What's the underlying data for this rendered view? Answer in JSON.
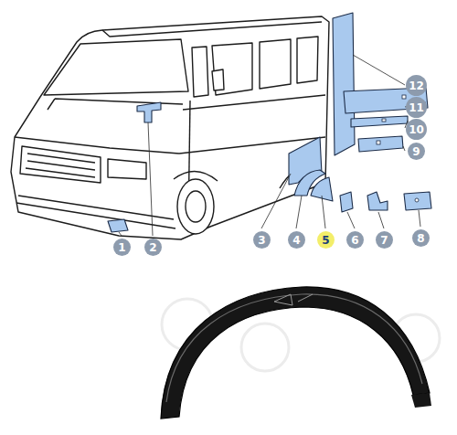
{
  "diagram": {
    "nodes": [
      {
        "text": [
          "12"
        ]
      },
      {
        "text": [
          "11"
        ]
      },
      {
        "text": [
          "10"
        ]
      },
      {
        "text": [
          "9"
        ]
      },
      {
        "text": [
          "1"
        ]
      },
      {
        "text": [
          "2"
        ]
      },
      {
        "text": [
          "3"
        ]
      },
      {
        "text": [
          "4"
        ]
      },
      {
        "text": [
          "5"
        ]
      },
      {
        "text": [
          "6"
        ]
      },
      {
        "text": [
          "7"
        ]
      },
      {
        "text": [
          "8"
        ]
      }
    ]
  }
}
